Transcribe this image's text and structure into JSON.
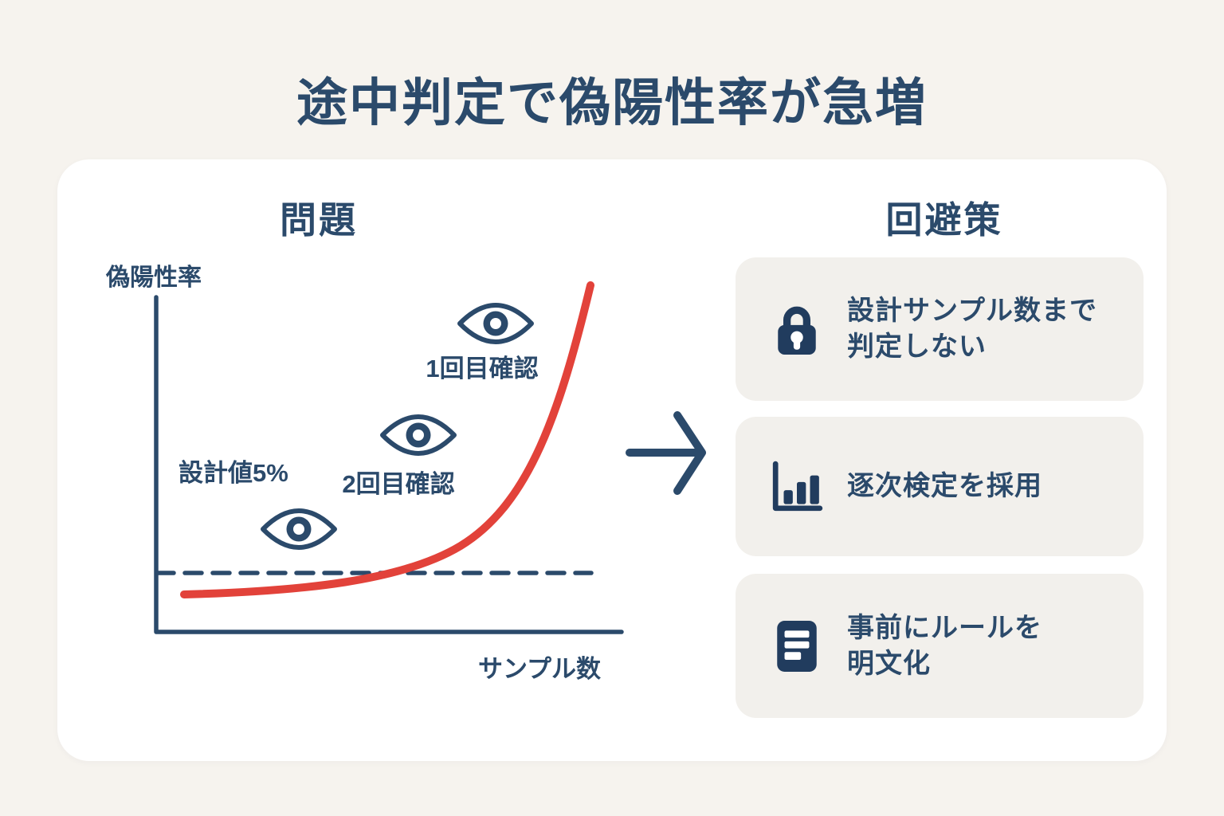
{
  "title": "途中判定で偽陽性率が急増",
  "colors": {
    "background": "#f6f3ee",
    "panel": "#ffffff",
    "card": "#f2f0ec",
    "navy_text": "#2b4a6b",
    "icon_navy": "#213c5e",
    "curve_red": "#e2423a"
  },
  "problem": {
    "heading": "問題",
    "chart_data": {
      "type": "line",
      "xlabel": "サンプル数",
      "ylabel": "偽陽性率",
      "grid": false,
      "axes_numeric": false,
      "curve": {
        "shape": "exponential-rising",
        "color": "#e2423a"
      },
      "reference_line": {
        "label": "設計値5%",
        "style": "dashed",
        "color": "#2b4a6b"
      },
      "annotations": [
        {
          "icon": "eye-icon",
          "label": "1回目確認",
          "position": "upper-right-of-curve"
        },
        {
          "icon": "eye-icon",
          "label": "2回目確認",
          "position": "middle"
        },
        {
          "icon": "eye-icon",
          "label": "",
          "position": "lower-left"
        }
      ]
    }
  },
  "arrow": {
    "icon": "arrow-right-icon"
  },
  "solutions": {
    "heading": "回避策",
    "items": [
      {
        "icon": "lock-icon",
        "lines": [
          "設計サンプル数まで",
          "判定しない"
        ]
      },
      {
        "icon": "bar-chart-icon",
        "lines": [
          "逐次検定を採用"
        ]
      },
      {
        "icon": "document-icon",
        "lines": [
          "事前にルールを",
          "明文化"
        ]
      }
    ]
  }
}
